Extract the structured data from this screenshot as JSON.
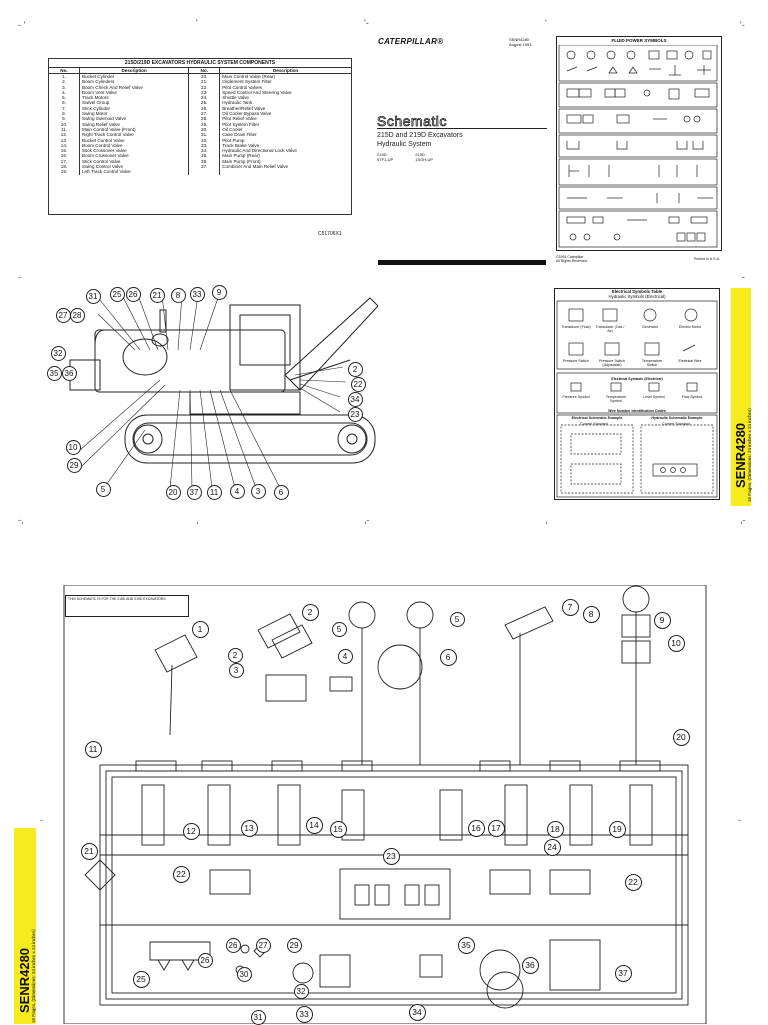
{
  "components_table": {
    "title": "215D/219D EXCAVATORS HYDRAULIC SYSTEM COMPONENTS",
    "headers": [
      "No.",
      "Description",
      "No.",
      "Description"
    ],
    "rows": [
      [
        "1.",
        "Bucket Cylinder",
        "20.",
        "Main Control Valve (Rear)"
      ],
      [
        "2.",
        "Boom Cylinders",
        "21.",
        "Implement System Filter"
      ],
      [
        "3.",
        "Boom Check And Relief Valve",
        "22.",
        "Pilot Control Valves"
      ],
      [
        "4.",
        "Boom Vent Valve",
        "23.",
        "Speed Control And Steering Valve"
      ],
      [
        "5.",
        "Track Motors",
        "24.",
        "Shuttle Valve"
      ],
      [
        "6.",
        "Swivel Group",
        "25.",
        "Hydraulic Tank"
      ],
      [
        "7.",
        "Stick Cylinder",
        "26.",
        "Breather/Relief Valve"
      ],
      [
        "8.",
        "Swing Motor",
        "27.",
        "Oil Cooler Bypass Valve"
      ],
      [
        "9.",
        "Swing Solenoid Valve",
        "28.",
        "Pilot Relief Valve"
      ],
      [
        "10.",
        "Swing Relief Valve",
        "29.",
        "Pilot System Filter"
      ],
      [
        "11.",
        "Main Control Valve (Front)",
        "30.",
        "Oil Cooler"
      ],
      [
        "12.",
        "Right Track Control Valve",
        "31.",
        "Case Drain Filter"
      ],
      [
        "13.",
        "Bucket Control Valve",
        "32.",
        "Pilot Pump"
      ],
      [
        "14.",
        "Boom Control Valve",
        "33.",
        "Track Brake Valve"
      ],
      [
        "15.",
        "Stick Crossover Valve",
        "34.",
        "Hydraulic And Directional Lock Valve"
      ],
      [
        "16.",
        "Boom Crossover Valve",
        "35.",
        "Main Pump (Rear)"
      ],
      [
        "17.",
        "Stick Control Valve",
        "36.",
        "Main Pump (Front)"
      ],
      [
        "18.",
        "Swing Control Valve",
        "37.",
        "Combiner And Main Relief Valve"
      ],
      [
        "19.",
        "Left Track Control Valve",
        "",
        ""
      ]
    ],
    "code": "C51706X1"
  },
  "title_block": {
    "brand": "CATERPILLAR®",
    "doc_no": "SENR4280",
    "date": "August 1993",
    "title": "Schematic",
    "subtitle_line1": "215D and 219D Excavators",
    "subtitle_line2": "Hydraulic System",
    "serial_1_model": "215D:",
    "serial_1_range": "5TF1-UP",
    "serial_2_model": "219D:",
    "serial_2_range": "1SGH-UP",
    "copyright": "©1993 Caterpillar",
    "rights": "All Rights Reserved",
    "printed": "Printed in U.S.A."
  },
  "fluid_power": {
    "header": "FLUID POWER SYMBOLS"
  },
  "electrical_table": {
    "title": "Electrical Symbols Table",
    "section1": "Hydraulic Symbols (Electrical)",
    "items1": [
      "Transducer (Fluid)",
      "Transducer (Gas / Air)",
      "Generator",
      "Electric Motor"
    ],
    "items2": [
      "Pressure Switch",
      "Pressure Switch (Adjustable)",
      "Temperature Switch",
      "Electrical Wire"
    ],
    "section2": "Electrical Symbols (Electrical)",
    "items3": [
      "Pressure Symbol",
      "Temperature Symbol",
      "Level Symbol",
      "Flow Symbol"
    ],
    "section3": "Wire Number Identification Codes",
    "left_example": "Electrical Schematic Example",
    "right_example": "Hydraulic Schematic Example",
    "current_standard": "Current Standard"
  },
  "tabs": {
    "code": "SENR4280",
    "pages": "16 Pages, (Dimensions: 34 inches x 24 inches)"
  },
  "note": "THIS SCHEMATIC IS FOR THE 215D AND 219D EXCAVATORS",
  "machine_callouts": [
    "31",
    "25",
    "26",
    "21",
    "8",
    "33",
    "9",
    "27",
    "28",
    "32",
    "35",
    "36",
    "10",
    "29",
    "5",
    "20",
    "37",
    "11",
    "4",
    "3",
    "6",
    "2",
    "22",
    "34",
    "23"
  ],
  "schematic_callouts": [
    "1",
    "2",
    "3",
    "4",
    "5",
    "5",
    "6",
    "7",
    "8",
    "9",
    "10",
    "11",
    "12",
    "13",
    "14",
    "15",
    "16",
    "17",
    "18",
    "19",
    "20",
    "21",
    "22",
    "22",
    "23",
    "24",
    "25",
    "26",
    "26",
    "27",
    "29",
    "30",
    "31",
    "32",
    "33",
    "34",
    "35",
    "36",
    "37"
  ]
}
